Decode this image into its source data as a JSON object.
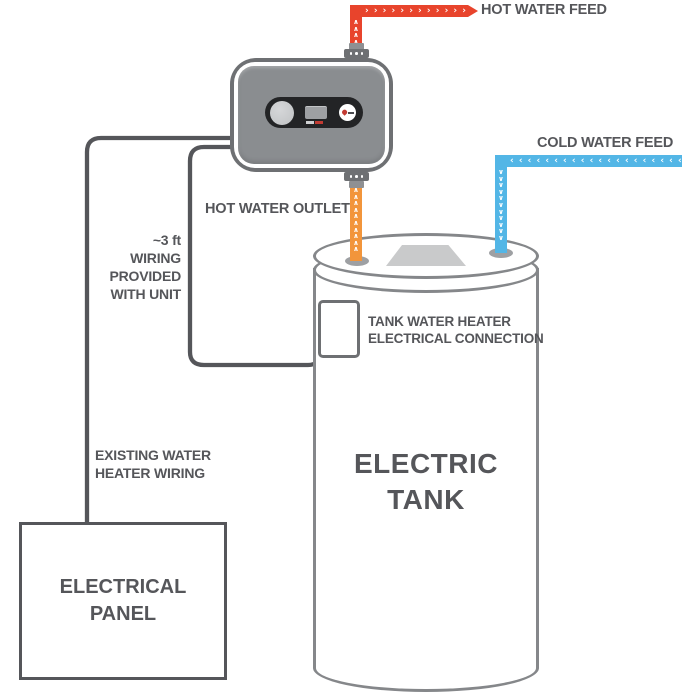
{
  "colors": {
    "hot_feed": "#E8442C",
    "hot_outlet": "#F2953B",
    "cold_feed": "#53B6E6",
    "outline_gray": "#85878A",
    "wire_gray": "#55565A",
    "text_gray": "#55565A",
    "unit_border": "#6E7073",
    "unit_body": "#8A8D90",
    "pill": "#232426",
    "plate": "#C9CACB",
    "fitting": "#6E7073",
    "collar": "#8E9093",
    "base_gray": "#9EA0A3",
    "knob": "#C6C8CA",
    "display": "#9EA0A3",
    "brand_red": "#C23B33"
  },
  "labels": {
    "hot_water_feed": "HOT WATER FEED",
    "cold_water_feed": "COLD WATER FEED",
    "hot_water_outlet": "HOT WATER OUTLET",
    "wiring_note": [
      "~3 ft",
      "WIRING",
      "PROVIDED",
      "WITH UNIT"
    ],
    "tank_connection": [
      "TANK WATER HEATER",
      "ELECTRICAL CONNECTION"
    ],
    "electric_tank": [
      "ELECTRIC",
      "TANK"
    ],
    "existing_wiring": [
      "EXISTING WATER",
      "HEATER WIRING"
    ],
    "electrical_panel": [
      "ELECTRICAL",
      "PANEL"
    ]
  },
  "pipes": {
    "hot_feed_v": "∧,5,v",
    "hot_feed_h": "›,16,h",
    "hot_outlet_v": "∧,10,v",
    "cold_feed_h": "‹,26,h",
    "cold_feed_v": "∨,11,v"
  }
}
